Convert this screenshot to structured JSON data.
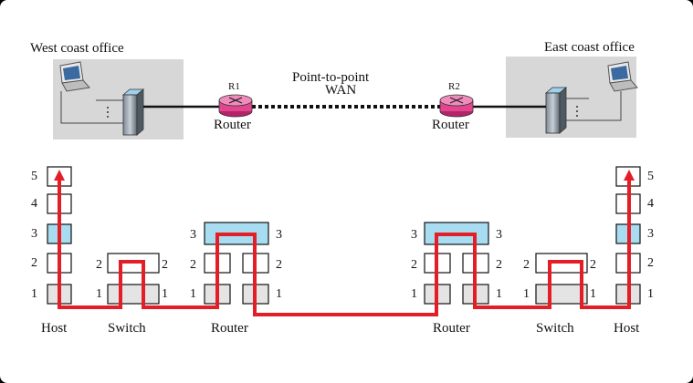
{
  "top": {
    "west_office_label": "West coast office",
    "east_office_label": "East coast office",
    "wan_label_line1": "Point-to-point",
    "wan_label_line2": "WAN",
    "r1_label": "R1",
    "r2_label": "R2",
    "router_left_label": "Router",
    "router_right_label": "Router"
  },
  "bottom": {
    "devices": [
      "Host",
      "Switch",
      "Router",
      "Router",
      "Switch",
      "Host"
    ],
    "host_layers": [
      "5",
      "4",
      "3",
      "2",
      "1"
    ],
    "switch_layers": [
      "2",
      "1"
    ],
    "router_layers": [
      "3",
      "2",
      "1"
    ]
  },
  "colors": {
    "path_red": "#e41e26",
    "network_layer_blue": "#a8dcf0",
    "office_bg": "#d7d7d7",
    "router_pink": "#e2468f"
  }
}
